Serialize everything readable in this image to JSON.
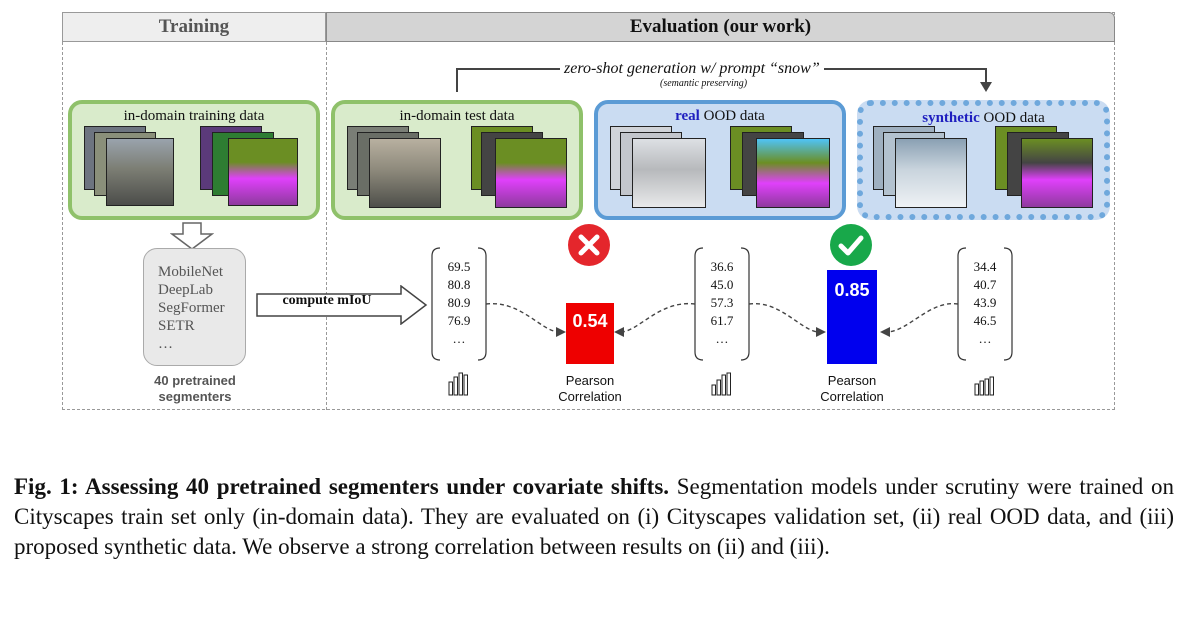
{
  "headers": {
    "training": "Training",
    "evaluation": "Evaluation (our work)"
  },
  "generation": {
    "label": "zero-shot generation w/ prompt “snow”",
    "sublabel": "(semantic preserving)"
  },
  "panels": {
    "train": "in-domain training data",
    "test": "in-domain test data",
    "real_prefix": "real",
    "real_suffix": " OOD data",
    "synth_prefix": "synthetic",
    "synth_suffix": " OOD data"
  },
  "models": {
    "items": [
      "MobileNet",
      "DeepLab",
      "SegFormer",
      "SETR",
      "…"
    ],
    "caption_line1": "40 pretrained",
    "caption_line2": "segmenters"
  },
  "compute_label": "compute mIoU",
  "score_columns": [
    {
      "values": [
        "69.5",
        "80.8",
        "80.9",
        "76.9",
        "…"
      ]
    },
    {
      "values": [
        "36.6",
        "45.0",
        "57.3",
        "61.7",
        "…"
      ]
    },
    {
      "values": [
        "34.4",
        "40.7",
        "43.9",
        "46.5",
        "…"
      ]
    }
  ],
  "correlations": [
    {
      "value": "0.54",
      "label_line1": "Pearson",
      "label_line2": "Correlation",
      "status": "fail",
      "color": "#ee0000"
    },
    {
      "value": "0.85",
      "label_line1": "Pearson",
      "label_line2": "Correlation",
      "status": "pass",
      "color": "#0000ee"
    }
  ],
  "caption": {
    "bold": "Fig. 1: Assessing 40 pretrained segmenters under covariate shifts.",
    "text": " Segmentation models under scrutiny were trained on Cityscapes train set only (in-domain data). They are evaluated on (i) Cityscapes validation set, (ii) real OOD data, and (iii) proposed synthetic data. We observe a strong correlation between results on (ii) and (iii)."
  },
  "colors": {
    "green_panel": "#d9ebcb",
    "blue_panel": "#cadcf2",
    "fail": "#e4262c",
    "pass": "#18a84a"
  },
  "icons": [
    "cross-icon",
    "check-icon",
    "bar-chart-icon",
    "down-arrow-icon",
    "right-arrow-icon"
  ]
}
